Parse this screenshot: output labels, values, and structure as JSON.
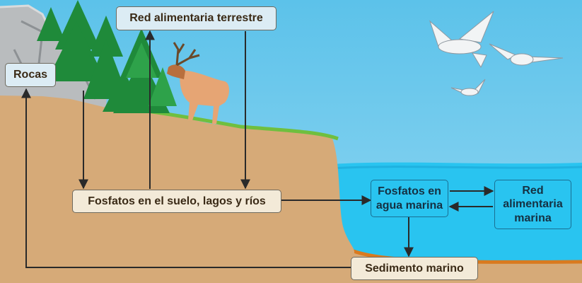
{
  "labels": {
    "terrestrial_web": "Red alimentaria terrestre",
    "rocks": "Rocas",
    "soil_phosphates": "Fosfatos en el suelo, lagos y ríos",
    "sea_phosphates_line1": "Fosfatos en",
    "sea_phosphates_line2": "agua marina",
    "marine_web_line1": "Red",
    "marine_web_line2": "alimentaria",
    "marine_web_line3": "marina",
    "marine_sediment": "Sedimento marino"
  },
  "colors": {
    "sky": "#4fb8e4",
    "sea": "#29c4f0",
    "land": "#d6aa78",
    "grass": "#6fbf3f",
    "rock": "#b9bcbe",
    "tree": "#1f8a3a",
    "arrow": "#2a2a2a"
  },
  "icons": [
    "rock-cliff-icon",
    "pine-tree-icon",
    "elk-icon",
    "seagull-icon"
  ]
}
